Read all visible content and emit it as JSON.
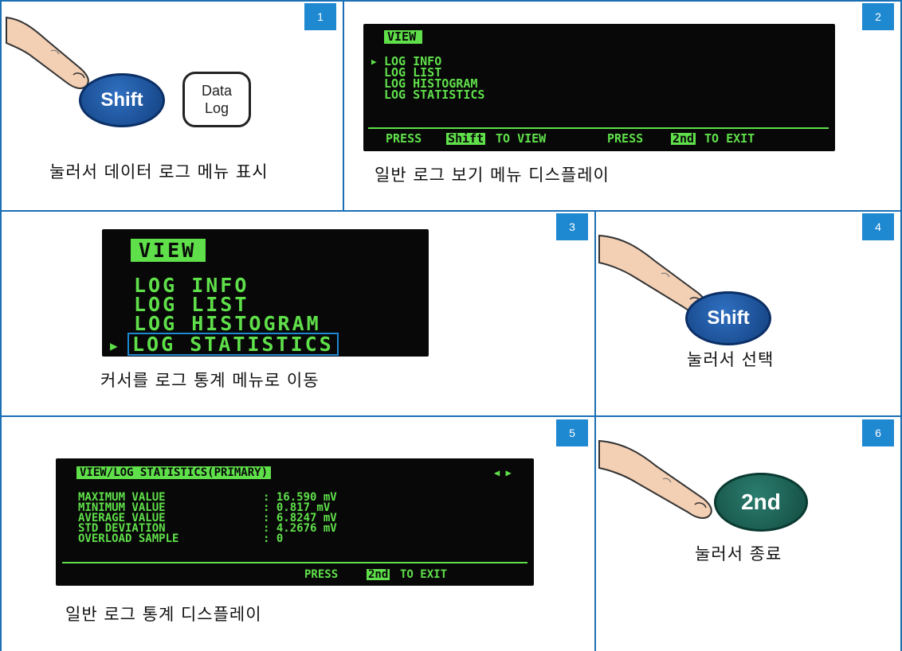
{
  "steps": [
    {
      "number": "1",
      "caption": "눌러서 데이터 로그 메뉴 표시"
    },
    {
      "number": "2",
      "caption": "일반 로그 보기 메뉴 디스플레이"
    },
    {
      "number": "3",
      "caption": "커서를 로그 통계 메뉴로 이동"
    },
    {
      "number": "4",
      "caption": "눌러서 선택"
    },
    {
      "number": "5",
      "caption": "일반 로그 통계 디스플레이"
    },
    {
      "number": "6",
      "caption": "눌러서 종료"
    }
  ],
  "keys": {
    "shift": "Shift",
    "data_log_line1": "Data",
    "data_log_line2": "Log",
    "second": "2nd"
  },
  "screen_view_menu": {
    "header": "VIEW",
    "cursor": "▶",
    "items": [
      "LOG INFO",
      "LOG LIST",
      "LOG HISTOGRAM",
      "LOG STATISTICS"
    ],
    "footer": {
      "press1": "PRESS",
      "key1": "Shift",
      "to_view": "TO VIEW",
      "press2": "PRESS",
      "key2": "2nd",
      "to_exit": "TO EXIT"
    }
  },
  "screen_stats": {
    "header": "VIEW/LOG STATISTICS(PRIMARY)",
    "arrows": "◀ ▶",
    "rows": [
      {
        "label": "MAXIMUM VALUE",
        "value": ": 16.590 mV"
      },
      {
        "label": "MINIMUM VALUE",
        "value": ": 0.817 mV"
      },
      {
        "label": "AVERAGE VALUE",
        "value": ": 6.8247 mV"
      },
      {
        "label": "STD DEVIATION",
        "value": ": 4.2676 mV"
      },
      {
        "label": "OVERLOAD SAMPLE",
        "value": ": 0"
      }
    ],
    "footer": {
      "press": "PRESS",
      "key": "2nd",
      "to_exit": "TO EXIT"
    }
  },
  "colors": {
    "border": "#1a6fb5",
    "badge": "#1e88d0",
    "lcd_text": "#5fe04a",
    "shift_key": "#1f57a6",
    "second_key": "#1d6556"
  }
}
